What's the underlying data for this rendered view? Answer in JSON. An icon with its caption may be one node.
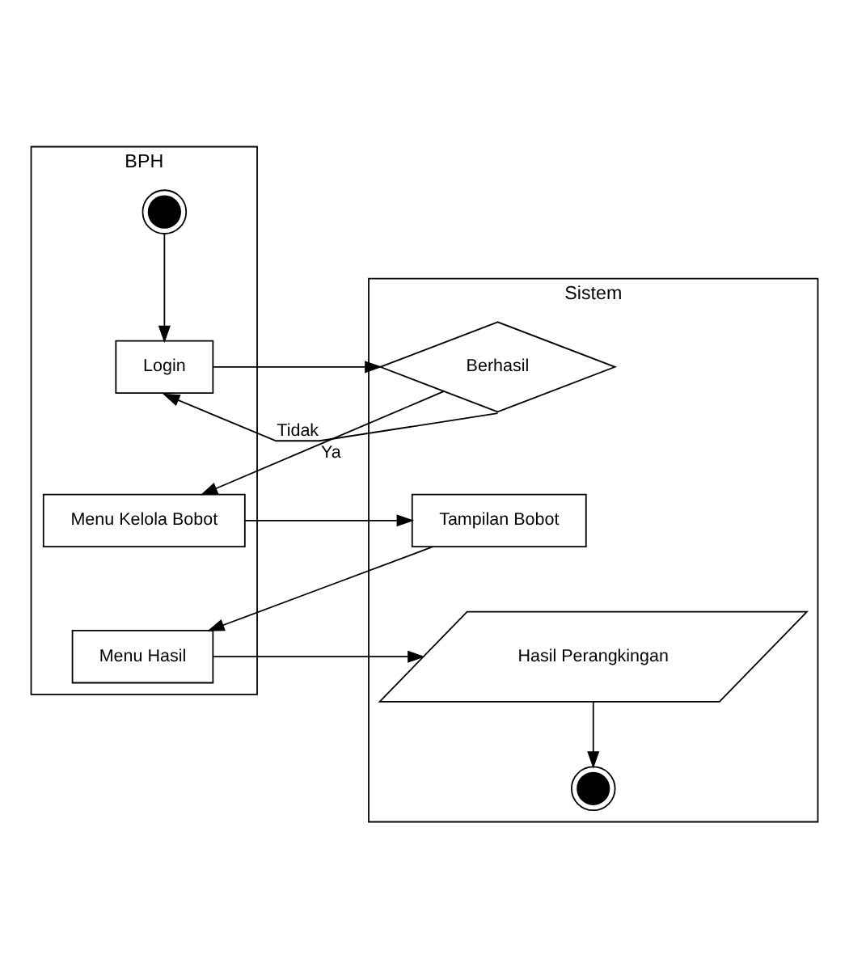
{
  "diagram": {
    "nodes": [
      {
        "text": [
          "BPH"
        ]
      },
      {
        "text": [
          "Sistem"
        ]
      },
      {
        "text": [],
        "shape": "circle",
        "in": 0
      },
      {
        "text": [
          "Login"
        ],
        "in": 0
      },
      {
        "text": [
          "Berhasil"
        ],
        "in": 1
      },
      {
        "text": [
          "Menu Kelola Bobot"
        ],
        "in": 0
      },
      {
        "text": [
          "Tampilan Bobot"
        ],
        "in": 1
      },
      {
        "text": [
          "Menu Hasil"
        ],
        "in": 0
      },
      {
        "text": [
          "Hasil Perangkingan"
        ],
        "in": 1
      },
      {
        "text": [],
        "shape": "circle",
        "in": 1
      }
    ],
    "edges": [
      {
        "from": 2,
        "to": 3,
        "arrow": "to"
      },
      {
        "from": 3,
        "to": 4,
        "arrow": "to"
      },
      {
        "from": 4,
        "to": 3,
        "arrow": "to",
        "label": "Tidak"
      },
      {
        "from": 4,
        "to": 5,
        "arrow": "to",
        "label": "Ya"
      },
      {
        "from": 5,
        "to": 6,
        "arrow": "to"
      },
      {
        "from": 6,
        "to": 7,
        "arrow": "to"
      },
      {
        "from": 7,
        "to": 8,
        "arrow": "to"
      },
      {
        "from": 8,
        "to": 9,
        "arrow": "to"
      }
    ]
  }
}
